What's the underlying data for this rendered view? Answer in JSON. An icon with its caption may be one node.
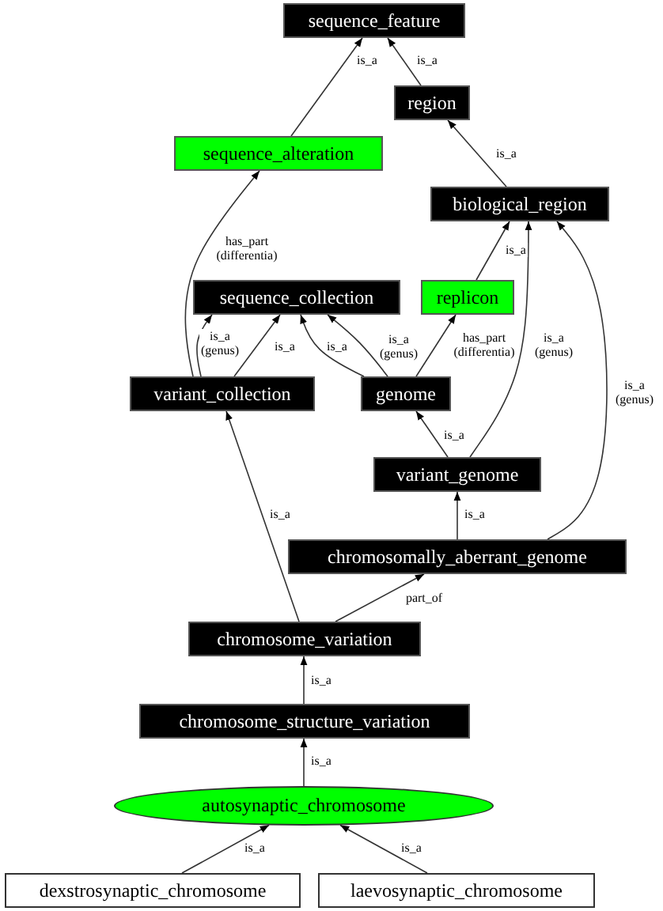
{
  "diagram": {
    "nodes": [
      {
        "text": [
          "sequence_feature"
        ]
      },
      {
        "text": [
          "region"
        ]
      },
      {
        "text": [
          "sequence_alteration"
        ]
      },
      {
        "text": [
          "biological_region"
        ]
      },
      {
        "text": [
          "sequence_collection"
        ]
      },
      {
        "text": [
          "replicon"
        ]
      },
      {
        "text": [
          "variant_collection"
        ]
      },
      {
        "text": [
          "genome"
        ]
      },
      {
        "text": [
          "variant_genome"
        ]
      },
      {
        "text": [
          "chromosomally_aberrant_genome"
        ]
      },
      {
        "text": [
          "chromosome_variation"
        ]
      },
      {
        "text": [
          "chromosome_structure_variation"
        ]
      },
      {
        "text": [
          "autosynaptic_chromosome"
        ]
      },
      {
        "text": [
          "dexstrosynaptic_chromosome"
        ]
      },
      {
        "text": [
          "laevosynaptic_chromosome"
        ]
      }
    ],
    "edges": [
      {
        "from": 2,
        "to": 0,
        "arrow": "to",
        "label": "is_a"
      },
      {
        "from": 1,
        "to": 0,
        "arrow": "to",
        "label": "is_a"
      },
      {
        "from": 3,
        "to": 1,
        "arrow": "to",
        "label": "is_a"
      },
      {
        "from": 6,
        "to": 2,
        "arrow": "to",
        "label": "has_part (differentia)"
      },
      {
        "from": 5,
        "to": 3,
        "arrow": "to",
        "label": "is_a"
      },
      {
        "from": 8,
        "to": 3,
        "arrow": "to",
        "label": "is_a (genus)"
      },
      {
        "from": 9,
        "to": 3,
        "arrow": "to",
        "label": "is_a (genus)"
      },
      {
        "from": 6,
        "to": 4,
        "arrow": "to",
        "label": "is_a (genus)"
      },
      {
        "from": 6,
        "to": 4,
        "arrow": "to",
        "label": "is_a"
      },
      {
        "from": 7,
        "to": 4,
        "arrow": "to",
        "label": "is_a"
      },
      {
        "from": 7,
        "to": 4,
        "arrow": "to",
        "label": "is_a (genus)"
      },
      {
        "from": 7,
        "to": 5,
        "arrow": "to",
        "label": "has_part (differentia)"
      },
      {
        "from": 8,
        "to": 7,
        "arrow": "to",
        "label": "is_a"
      },
      {
        "from": 9,
        "to": 8,
        "arrow": "to",
        "label": "is_a"
      },
      {
        "from": 10,
        "to": 6,
        "arrow": "to",
        "label": "is_a"
      },
      {
        "from": 10,
        "to": 9,
        "arrow": "to",
        "label": "part_of"
      },
      {
        "from": 11,
        "to": 10,
        "arrow": "to",
        "label": "is_a"
      },
      {
        "from": 12,
        "to": 11,
        "arrow": "to",
        "label": "is_a"
      },
      {
        "from": 13,
        "to": 12,
        "arrow": "to",
        "label": "is_a"
      },
      {
        "from": 14,
        "to": 12,
        "arrow": "to",
        "label": "is_a"
      }
    ]
  }
}
